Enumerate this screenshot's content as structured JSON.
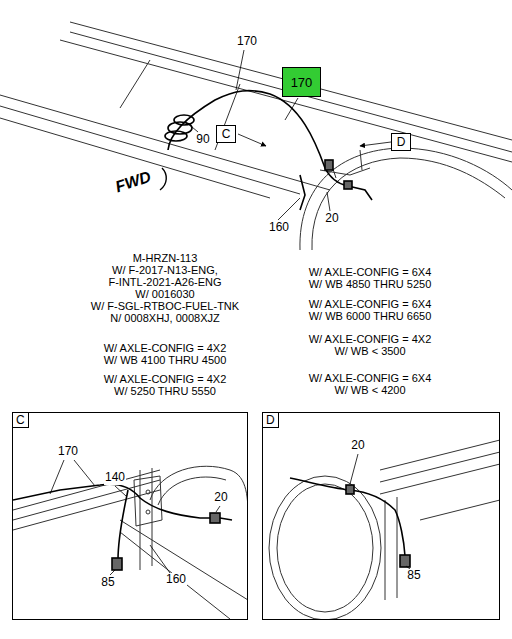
{
  "diagram": {
    "nodes": [
      {
        "text": [
          "170"
        ]
      },
      {
        "text": [
          "C"
        ]
      },
      {
        "text": [
          "D"
        ]
      },
      {
        "text": [
          "C"
        ]
      },
      {
        "text": [
          "D"
        ]
      }
    ],
    "labels": [
      "170",
      "90",
      "FWD",
      "20",
      "160",
      "M-HRZN-113 W/ F-2017-N13-ENG, F-INTL-2021-A26-ENG W/ 0016030 W/ F-SGL-RTBOC-FUEL-TNK N/ 0008XHJ, 0008XJZ",
      "W/ AXLE-CONFIG = 4X2 W/ WB 4100 THRU 4500",
      "W/ AXLE-CONFIG = 4X2 W/ 5250 THRU 5550",
      "W/ AXLE-CONFIG = 6X4 W/ WB 4850 THRU 5250",
      "W/ AXLE-CONFIG = 6X4 W/ WB 6000 THRU 6650",
      "W/ AXLE-CONFIG = 4X2 W/ WB < 3500",
      "W/ AXLE-CONFIG = 6X4 W/ WB < 4200",
      "170",
      "140",
      "20",
      "85",
      "160",
      "20",
      "85"
    ]
  }
}
